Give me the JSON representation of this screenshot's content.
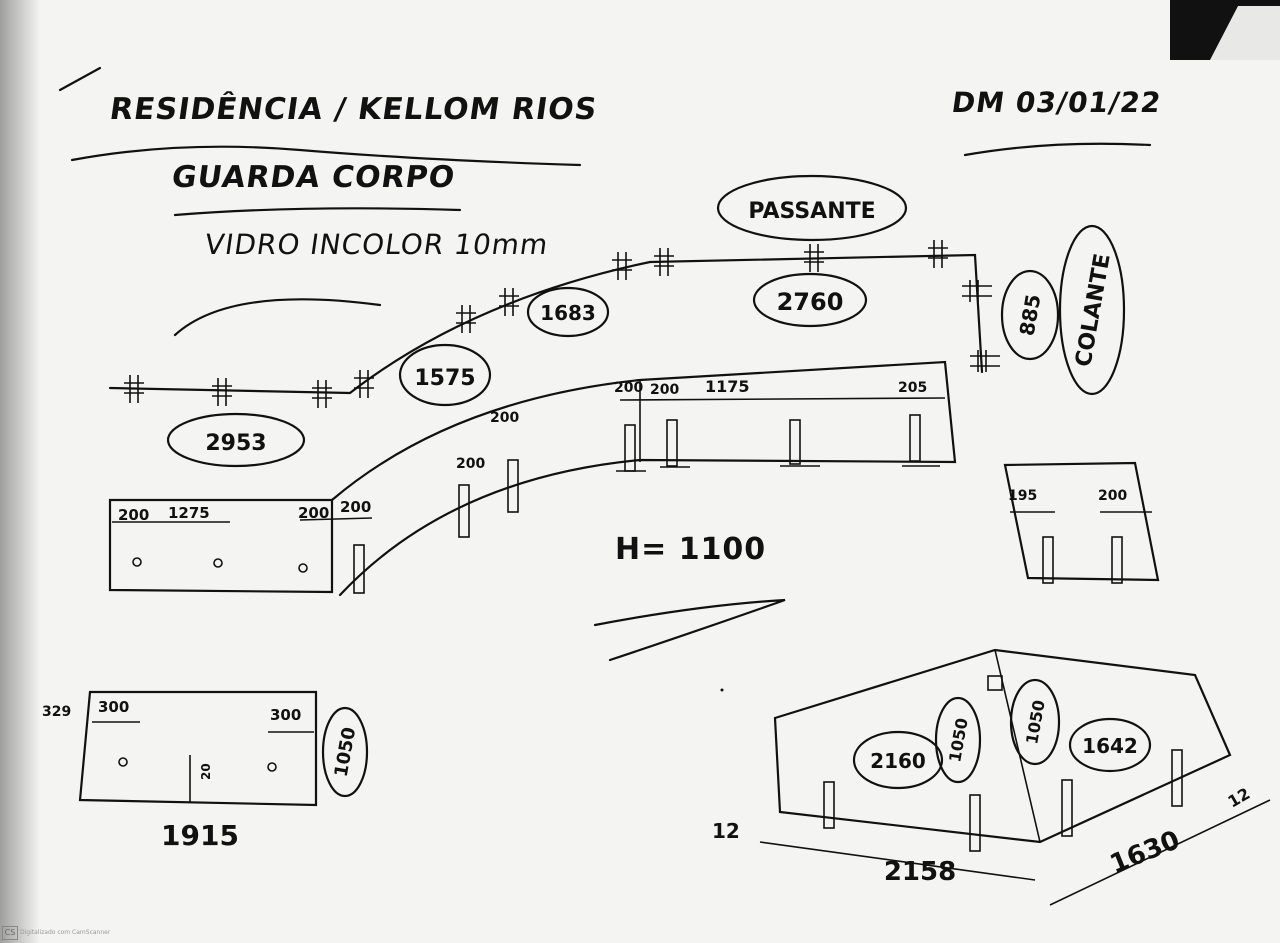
{
  "header": {
    "project": "RESIDÊNCIA / KELLOM RIOS",
    "item": "GUARDA CORPO",
    "material": "VIDRO INCOLOR 10mm",
    "date": "DM 03/01/22"
  },
  "notes": {
    "height": "H= 1100",
    "passante": "PASSANTE",
    "colante": "COLANTE"
  },
  "plan_lengths": [
    "2953",
    "1575",
    "1683",
    "2760",
    "885"
  ],
  "elevation_dims": {
    "left_panel": [
      "200",
      "1275",
      "200",
      "200"
    ],
    "curve_a": [
      "200",
      "200"
    ],
    "center_panel": [
      "200",
      "200",
      "1175",
      "205"
    ],
    "right_panel": [
      "195",
      "200"
    ]
  },
  "detail_left": {
    "dims": [
      "329",
      "300",
      "300",
      "1050",
      "20"
    ],
    "width": "1915"
  },
  "detail_right": {
    "circled": [
      "2160",
      "1050",
      "1050",
      "1642"
    ],
    "dims": [
      "12",
      "2158",
      "1630",
      "12"
    ]
  },
  "scanner": {
    "logo": "CS",
    "caption": "Digitalizado com CamScanner"
  }
}
